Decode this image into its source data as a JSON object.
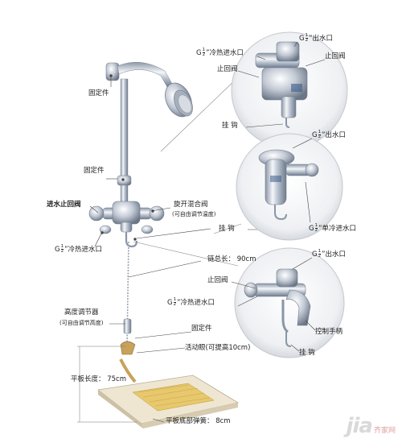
{
  "labels": {
    "fixing_top": "固定件",
    "fixing_mid": "固定件",
    "inlet_stop_valve": "进水止回阀",
    "mix_valve": "旋开混合阀",
    "mix_valve_note": "(可自由调节温度)",
    "hook_main": "挂  钩",
    "inlet_left": "”冷热进水口",
    "chain_length": "链总长：  90cm",
    "height_adjuster": "高度调节器",
    "height_adjuster_note": "(可自由调节高度)",
    "fixing_bottom": "固定件",
    "movable_eye": "活动眼(可提高10cm)",
    "plate_length": "平板长度：  75cm",
    "plate_spring": "平板底部弹簧：  8cm",
    "d1_inlet": "”冷热进水口",
    "d1_outlet": "”出水口",
    "d1_check_valve": "止回阀",
    "d1_check_valve_right": "止回阀",
    "d1_hook": "挂  钩",
    "d2_outlet": "”出水口",
    "d2_single_inlet": "”单冷进水口",
    "d3_outlet": "”出水口",
    "d3_check_valve": "止回阀",
    "d3_inlet": "”冷热进水口",
    "d3_handle": "控制手柄",
    "d3_hook": "挂  钩",
    "g_letter": "G",
    "frac_num": "1",
    "frac_den": "2",
    "watermark_logo": "jia",
    "watermark_text": "齐家网"
  }
}
